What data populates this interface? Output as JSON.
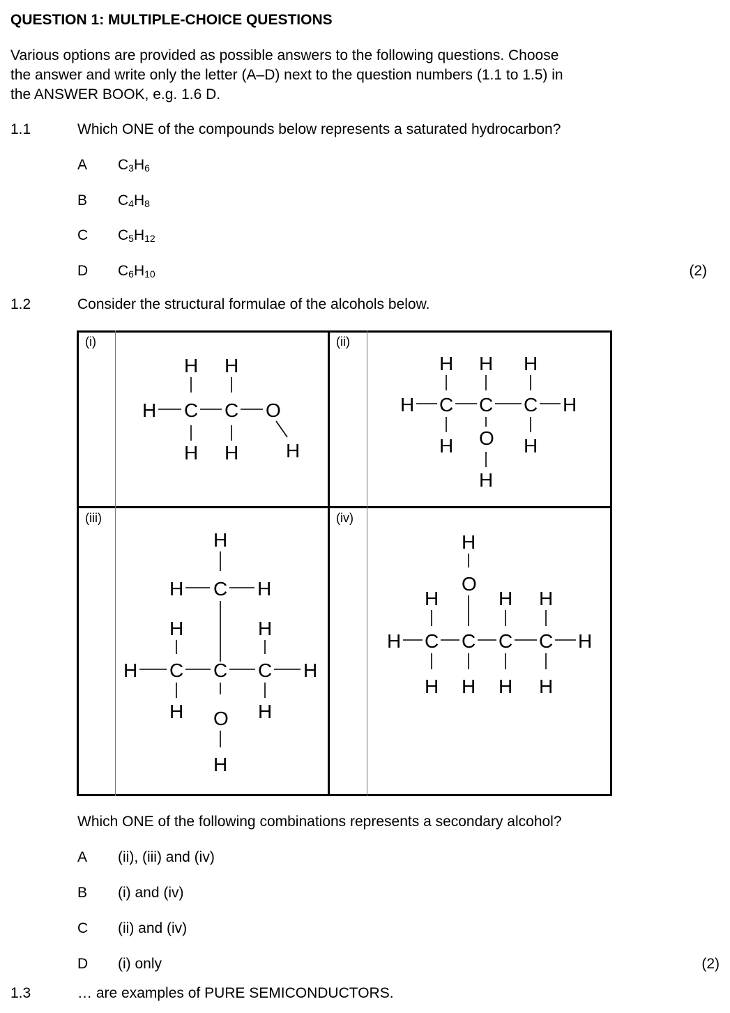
{
  "heading": "QUESTION 1: MULTIPLE-CHOICE QUESTIONS",
  "intro": [
    "Various options are provided as possible answers to the following questions. Choose",
    "the answer and write only the letter (A–D) next to the question numbers (1.1 to 1.5) in",
    "the ANSWER BOOK, e.g. 1.6 D."
  ],
  "q1_1": {
    "number": "1.1",
    "text": "Which ONE of the compounds below represents a saturated hydrocarbon?",
    "options": [
      {
        "letter": "A",
        "formula": [
          [
            "C",
            "3"
          ],
          [
            "H",
            "6"
          ]
        ]
      },
      {
        "letter": "B",
        "formula": [
          [
            "C",
            "4"
          ],
          [
            "H",
            "8"
          ]
        ]
      },
      {
        "letter": "C",
        "formula": [
          [
            "C",
            "5"
          ],
          [
            "H",
            "12"
          ]
        ]
      },
      {
        "letter": "D",
        "formula": [
          [
            "C",
            "6"
          ],
          [
            "H",
            "10"
          ]
        ]
      }
    ],
    "marks": "(2)"
  },
  "q1_2": {
    "number": "1.2",
    "text": "Consider the structural formulae of the alcohols below.",
    "cells": [
      {
        "label": "(i)"
      },
      {
        "label": "(ii)"
      },
      {
        "label": "(iii)"
      },
      {
        "label": "(iv)"
      }
    ],
    "atoms": {
      "carbon": "C",
      "hydrogen": "H",
      "oxygen": "O"
    },
    "question": "Which ONE of the following combinations represents a secondary alcohol?",
    "options": [
      {
        "letter": "A",
        "text": "(ii), (iii) and (iv)"
      },
      {
        "letter": "B",
        "text": "(i) and (iv)"
      },
      {
        "letter": "C",
        "text": "(ii) and (iv)"
      },
      {
        "letter": "D",
        "text": "(i) only"
      }
    ],
    "marks": "(2)"
  },
  "q1_3": {
    "number": "1.3",
    "text": "… are examples of PURE SEMICONDUCTORS."
  }
}
